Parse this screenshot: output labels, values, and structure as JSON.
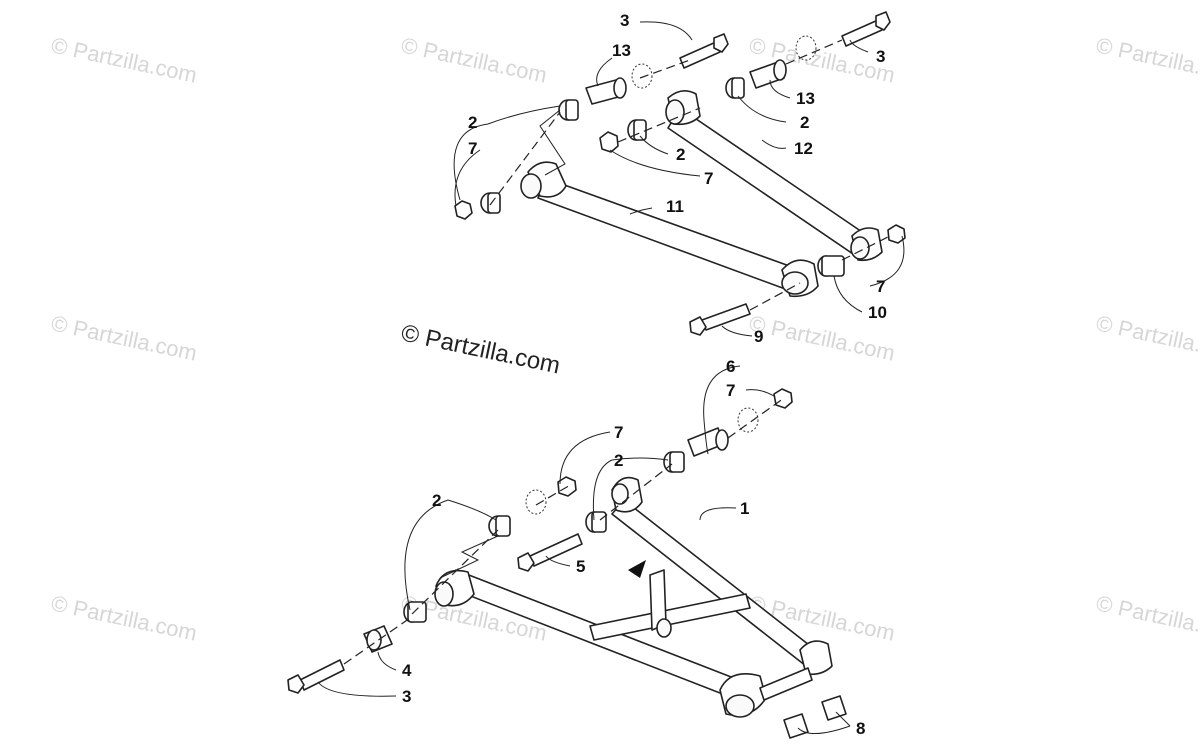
{
  "brand_text": "© Partzilla.com",
  "watermark_text": "© Partzilla.com",
  "callouts": {
    "c_3_top_left": "3",
    "c_13_top_left": "13",
    "c_3_top_right": "3",
    "c_2_top_left": "2",
    "c_7_top_left": "7",
    "c_2_mid": "2",
    "c_7_mid": "7",
    "c_13_right": "13",
    "c_2_right": "2",
    "c_12": "12",
    "c_11": "11",
    "c_7_lower_right": "7",
    "c_10": "10",
    "c_9": "9",
    "c_6": "6",
    "c_7_upper_lower": "7",
    "c_7_left_lower": "7",
    "c_2_lower_mid": "2",
    "c_1": "1",
    "c_2_lower_left": "2",
    "c_5": "5",
    "c_4": "4",
    "c_3_bottom": "3",
    "c_8": "8"
  }
}
